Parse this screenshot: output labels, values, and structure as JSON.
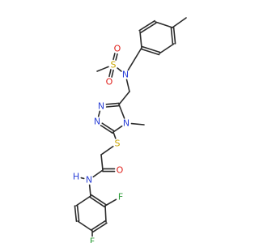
{
  "molecule": {
    "atoms": [
      {
        "id": "CH3_tol",
        "label": "",
        "color": "#2b2b2b"
      },
      {
        "id": "Ar1",
        "label": ""
      },
      {
        "id": "Ar2",
        "label": ""
      },
      {
        "id": "Ar3",
        "label": ""
      },
      {
        "id": "Ar4",
        "label": ""
      },
      {
        "id": "Ar5",
        "label": ""
      },
      {
        "id": "Ar6",
        "label": ""
      },
      {
        "id": "N_sulf",
        "label": "N",
        "color": "#2a3fd6"
      },
      {
        "id": "S_sulf",
        "label": "S",
        "color": "#c9a400"
      },
      {
        "id": "O_top",
        "label": "O",
        "color": "#e0201b"
      },
      {
        "id": "O_bot",
        "label": "O",
        "color": "#e0201b"
      },
      {
        "id": "CH3_ms",
        "label": ""
      },
      {
        "id": "CH2_a",
        "label": ""
      },
      {
        "id": "Tz_C5",
        "label": ""
      },
      {
        "id": "Tz_N1",
        "label": "N",
        "color": "#2a3fd6"
      },
      {
        "id": "Tz_N2",
        "label": "N",
        "color": "#2a3fd6"
      },
      {
        "id": "Tz_C3",
        "label": ""
      },
      {
        "id": "Tz_N4",
        "label": "N",
        "color": "#2a3fd6"
      },
      {
        "id": "N4_Me",
        "label": ""
      },
      {
        "id": "S_thio",
        "label": "S",
        "color": "#c9a400"
      },
      {
        "id": "CH2_b",
        "label": ""
      },
      {
        "id": "C_amide",
        "label": ""
      },
      {
        "id": "O_amide",
        "label": "O",
        "color": "#e0201b"
      },
      {
        "id": "N_amide",
        "label": "N",
        "color": "#2a3fd6"
      },
      {
        "id": "H_amide",
        "label": "H",
        "color": "#2a3fd6"
      },
      {
        "id": "Ph1",
        "label": ""
      },
      {
        "id": "Ph2",
        "label": ""
      },
      {
        "id": "Ph3",
        "label": ""
      },
      {
        "id": "Ph4",
        "label": ""
      },
      {
        "id": "Ph5",
        "label": ""
      },
      {
        "id": "Ph6",
        "label": ""
      },
      {
        "id": "F_top",
        "label": "F",
        "color": "#2f9d3a"
      },
      {
        "id": "F_bot",
        "label": "F",
        "color": "#2f9d3a"
      }
    ]
  }
}
